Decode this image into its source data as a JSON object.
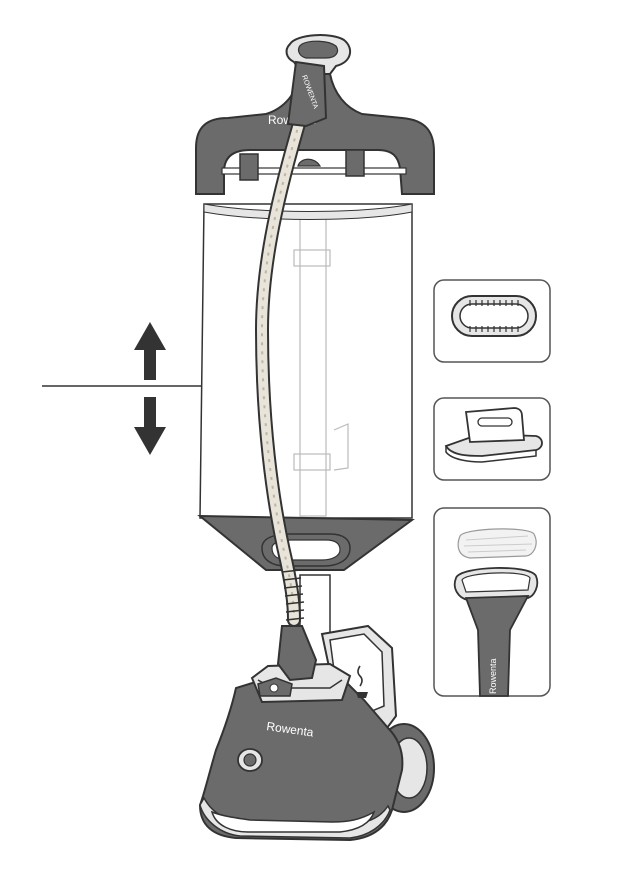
{
  "brand": {
    "name": "Rowenta",
    "hanger_logo": "Rowenta",
    "hose_logo": "ROWENTA",
    "base_logo": "Rowenta",
    "accessory_logo": "Rowenta"
  },
  "colors": {
    "body": "#6b6b6b",
    "outline": "#333333",
    "light": "#e6e6e6",
    "hose": "#e9e4da",
    "white": "#ffffff"
  },
  "icons": {
    "arrow_up": "arrow-up-icon",
    "arrow_down": "arrow-down-icon",
    "power_button": "power-button-icon",
    "steam_symbol": "steam-symbol-icon"
  },
  "accessories": [
    {
      "name": "bristle-brush"
    },
    {
      "name": "crease-tool"
    },
    {
      "name": "fabric-brush-pad"
    }
  ]
}
